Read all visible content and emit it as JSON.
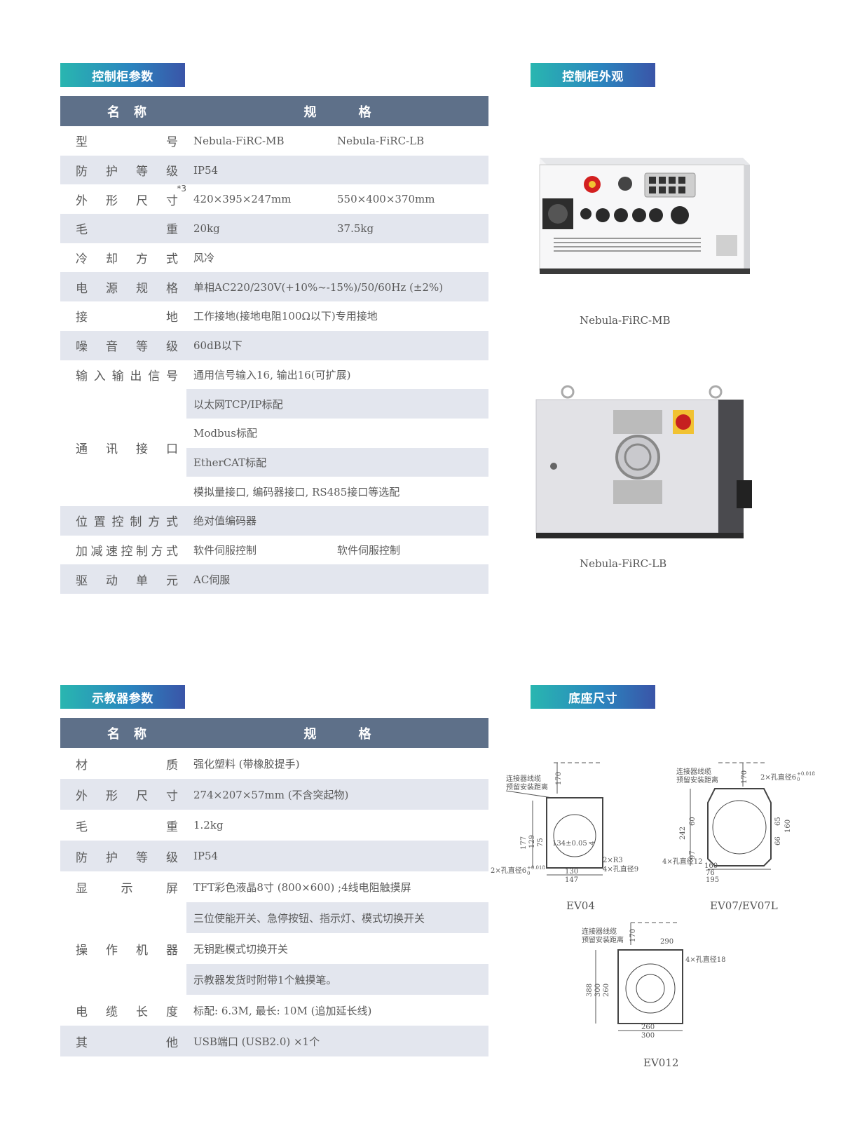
{
  "controller_params": {
    "label": "控制柜参数",
    "header": {
      "name1": "名",
      "name2": "称",
      "spec1": "规",
      "spec2": "格"
    },
    "rows": [
      {
        "name": [
          "型",
          "号"
        ],
        "v1": "Nebula-FiRC-MB",
        "v2": "Nebula-FiRC-LB",
        "shade": false
      },
      {
        "name": [
          "防",
          "护",
          "等",
          "级"
        ],
        "v": "IP54",
        "shade": true
      },
      {
        "name": [
          "外",
          "形",
          "尺",
          "寸"
        ],
        "sup": "*3",
        "v1": "420×395×247mm",
        "v2": "550×400×370mm",
        "shade": false
      },
      {
        "name": [
          "毛",
          "重"
        ],
        "v1": "20kg",
        "v2": "37.5kg",
        "shade": true
      },
      {
        "name": [
          "冷",
          "却",
          "方",
          "式"
        ],
        "v": "风冷",
        "shade": false
      },
      {
        "name": [
          "电",
          "源",
          "规",
          "格"
        ],
        "v": "单相AC220/230V(+10%~-15%)/50/60Hz (±2%)",
        "shade": true
      },
      {
        "name": [
          "接",
          "地"
        ],
        "v": "工作接地(接地电阻100Ω以下)专用接地",
        "shade": false
      },
      {
        "name": [
          "噪",
          "音",
          "等",
          "级"
        ],
        "v": "60dB以下",
        "shade": true
      },
      {
        "name": [
          "输",
          "入",
          "输",
          "出",
          "信",
          "号"
        ],
        "v": "通用信号输入16, 输出16(可扩展)",
        "shade": false
      }
    ],
    "comm": {
      "name": [
        "通",
        "讯",
        "接",
        "口"
      ],
      "items": [
        "以太网TCP/IP标配",
        "Modbus标配",
        "EtherCAT标配",
        "模拟量接口, 编码器接口, RS485接口等选配"
      ]
    },
    "rows2": [
      {
        "name": [
          "位",
          "置",
          "控",
          "制",
          "方",
          "式"
        ],
        "v": "绝对值编码器",
        "shade": true
      },
      {
        "name": [
          "加",
          "减",
          "速",
          "控",
          "制",
          "方",
          "式"
        ],
        "v1": "软件伺服控制",
        "v2": "软件伺服控制",
        "shade": false
      },
      {
        "name": [
          "驱",
          "动",
          "单",
          "元"
        ],
        "v": "AC伺服",
        "shade": true
      }
    ]
  },
  "controller_appearance": {
    "label": "控制柜外观",
    "caption_mb": "Nebula-FiRC-MB",
    "caption_lb": "Nebula-FiRC-LB"
  },
  "pendant_params": {
    "label": "示教器参数",
    "header": {
      "name1": "名",
      "name2": "称",
      "spec1": "规",
      "spec2": "格"
    },
    "rows": [
      {
        "name": [
          "材",
          "质"
        ],
        "v": "强化塑料 (带橡胶提手)",
        "shade": false
      },
      {
        "name": [
          "外",
          "形",
          "尺",
          "寸"
        ],
        "v": "274×207×57mm (不含突起物)",
        "shade": true
      },
      {
        "name": [
          "毛",
          "重"
        ],
        "v": "1.2kg",
        "shade": false
      },
      {
        "name": [
          "防",
          "护",
          "等",
          "级"
        ],
        "v": "IP54",
        "shade": true
      },
      {
        "name": [
          "显",
          "示",
          "屏"
        ],
        "v": "TFT彩色液晶8寸 (800×600) ;4线电阻触摸屏",
        "shade": false
      }
    ],
    "ops": {
      "name": [
        "操",
        "作",
        "机",
        "器"
      ],
      "items": [
        "三位使能开关、急停按钮、指示灯、模式切换开关",
        "无钥匙模式切换开关",
        "示教器发货时附带1个触摸笔。"
      ]
    },
    "rows2": [
      {
        "name": [
          "电",
          "缆",
          "长",
          "度"
        ],
        "v": "标配: 6.3M, 最长: 10M (追加延长线)",
        "shade": false
      },
      {
        "name": [
          "其",
          "他"
        ],
        "v": "USB端口 (USB2.0) ×1个",
        "shade": true
      }
    ]
  },
  "base_dims": {
    "label": "底座尺寸",
    "ev04": {
      "caption": "EV04",
      "note1": "连接器线缆",
      "note2": "预留安装距离",
      "d170": "170",
      "d177": "177",
      "d129": "129",
      "d75": "75",
      "center": "134±0.05",
      "d4": "4",
      "r3": "2×R3",
      "hole9": "4×孔直径9",
      "hole6": "2×孔直径6",
      "tol": "+0.018",
      "tol0": "0",
      "d130": "130",
      "d147": "147"
    },
    "ev07": {
      "caption": "EV07/EV07L",
      "note1": "连接器线缆",
      "note2": "预留安装距离",
      "d170": "170",
      "hole6": "2×孔直径6",
      "tol": "+0.018",
      "tol0": "0",
      "d242": "242",
      "d60": "60",
      "d97": "97",
      "d65": "65",
      "d160v": "160",
      "d66": "66",
      "hole12": "4×孔直径12",
      "d160": "160",
      "d76": "76",
      "d195": "195"
    },
    "ev012": {
      "caption": "EV012",
      "note1": "连接器线缆",
      "note2": "预留安装距离",
      "d170": "170",
      "d290": "290",
      "hole18": "4×孔直径18",
      "d388": "388",
      "d300v": "300",
      "d260v": "260",
      "d260": "260",
      "d300": "300"
    }
  }
}
